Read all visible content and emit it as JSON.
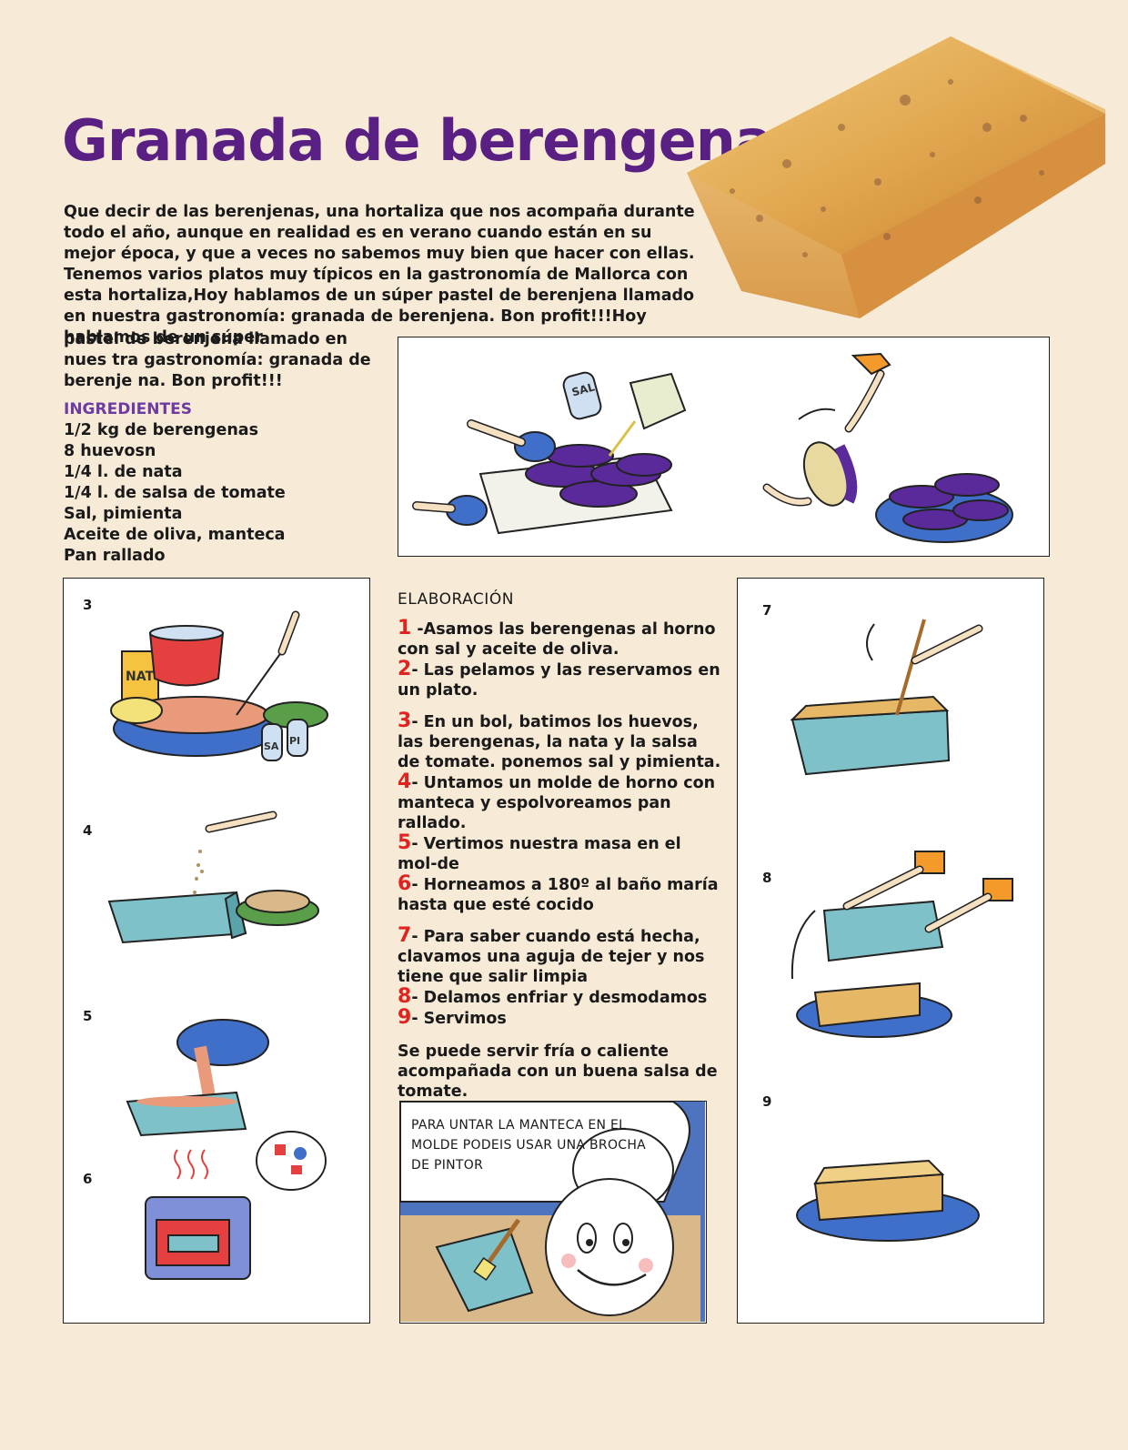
{
  "title": "Granada de berengenas",
  "intro": {
    "p1": "Que decir de las berenjenas, una hortaliza que nos acompaña durante todo el año, aunque en realidad es en verano cuando están en su mejor época,  y que a veces no sabemos muy bien que hacer con ellas.",
    "p2": "Tenemos varios platos muy típicos en la gastronomía de Mallorca con esta hortaliza,Hoy hablamos de un súper pastel de berenjena llamado en nuestra gastronomía: granada de berenjena. Bon profit!!!Hoy hablamos de un súper",
    "p3": "pastel de berenjena llamado en nues tra gastronomía: granada de berenje na. Bon profit!!!"
  },
  "ingredients": {
    "heading": "INGREDIENTES",
    "items": [
      "1/2 kg de berengenas",
      "8 huevosn",
      "1/4 l. de nata",
      "1/4 l. de salsa de tomate",
      "Sal, pimienta",
      "Aceite de oliva, manteca",
      "Pan rallado"
    ]
  },
  "elaboration": {
    "heading": "ELABORACIÓN",
    "steps": [
      {
        "num": "1",
        "text": " -Asamos las berengenas al horno con sal y aceite de oliva."
      },
      {
        "num": "2",
        "text": "- Las pelamos y las reservamos en un plato."
      },
      {
        "num": "3",
        "text": "- En un bol, batimos los huevos, las berengenas, la nata y la salsa de tomate. ponemos sal y pimienta."
      },
      {
        "num": "4",
        "text": "- Untamos un molde de horno con manteca y espolvoreamos pan rallado."
      },
      {
        "num": "5",
        "text": "- Vertimos nuestra masa en el mol-de"
      },
      {
        "num": "6",
        "text": "- Horneamos a 180º al baño maría hasta que esté cocido"
      },
      {
        "num": "7",
        "text": "- Para saber cuando está hecha, clavamos una aguja de tejer y nos tiene que salir limpia"
      },
      {
        "num": "8",
        "text": "- Delamos enfriar y desmodamos"
      },
      {
        "num": "9",
        "text": "- Servimos"
      }
    ],
    "closing": "Se puede servir fría o caliente acompañada con un buena salsa de tomate."
  },
  "tip": "PARA UNTAR LA MANTECA EN EL MOLDE PODEIS USAR UNA BROCHA DE PINTOR",
  "step_labels": [
    "3",
    "4",
    "5",
    "6",
    "7",
    "8",
    "9"
  ],
  "illustration_text": {
    "salt_shaker": "SAL",
    "cream_box": "NAT",
    "shaker_s": "SA",
    "shaker_p": "PI"
  },
  "colors": {
    "background": "#f7ebd8",
    "title": "#5a1f82",
    "ingredients_heading": "#6e3aa3",
    "step_number": "#e0231e",
    "eggplant": "#5b2a9a",
    "plate": "#3f6fc9",
    "mold": "#7fc1c8",
    "cake": "#e6b866"
  }
}
